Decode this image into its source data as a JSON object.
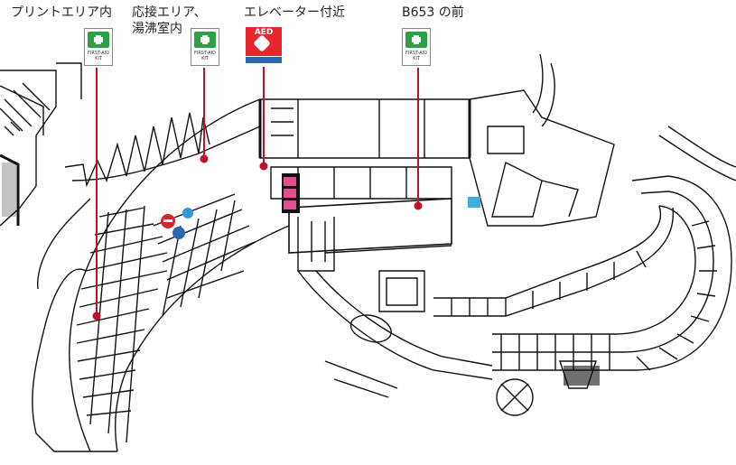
{
  "labels": {
    "print_area": "プリントエリア内",
    "reception_line1": "応接エリア、",
    "reception_line2": "湯沸室内",
    "elevator": "エレベーター付近",
    "b653": "B653 の前"
  },
  "icons": {
    "first_aid_kit": "first-aid-kit-icon",
    "aed": "aed-icon"
  },
  "first_aid_text": "FIRST-AID KIT",
  "aed_text": "AED",
  "colors": {
    "marker": "#c0102a",
    "first_aid_green": "#2e9f47",
    "aed_red": "#e8252b",
    "wall": "#111111"
  }
}
